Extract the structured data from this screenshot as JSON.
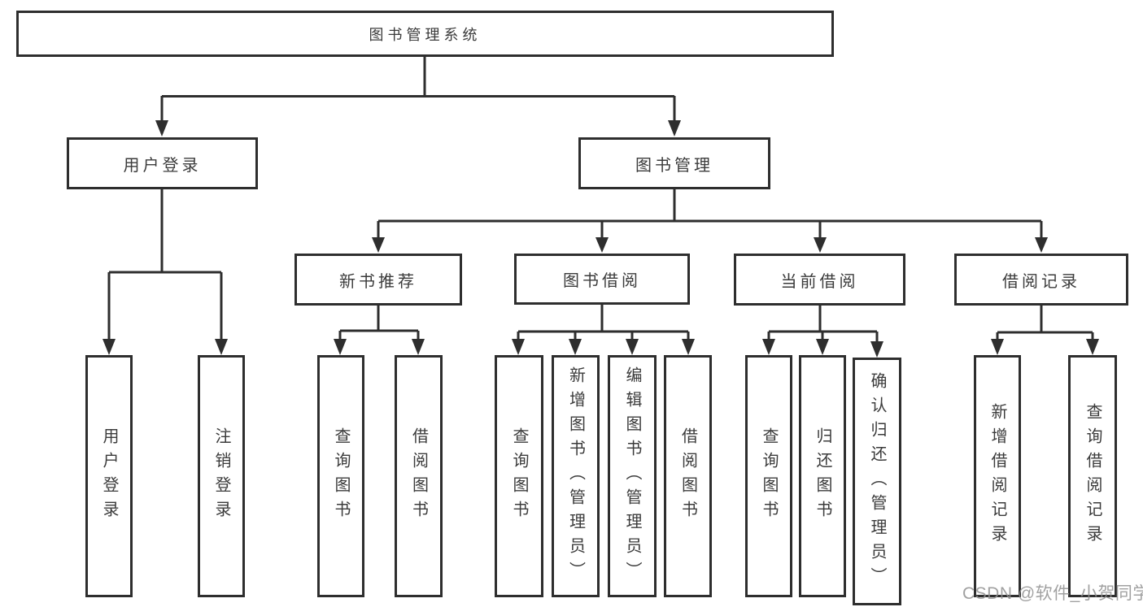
{
  "diagram": {
    "root": {
      "label": "图书管理系统",
      "children": [
        {
          "label": "用户登录",
          "children": [
            {
              "label": "用户登录"
            },
            {
              "label": "注销登录"
            }
          ]
        },
        {
          "label": "图书管理",
          "children": [
            {
              "label": "新书推荐",
              "children": [
                {
                  "label": "查询图书"
                },
                {
                  "label": "借阅图书"
                }
              ]
            },
            {
              "label": "图书借阅",
              "children": [
                {
                  "label": "查询图书"
                },
                {
                  "label": "新增图书（管理员）"
                },
                {
                  "label": "编辑图书（管理员）"
                },
                {
                  "label": "借阅图书"
                }
              ]
            },
            {
              "label": "当前借阅",
              "children": [
                {
                  "label": "查询图书"
                },
                {
                  "label": "归还图书"
                },
                {
                  "label": "确认归还（管理员）"
                }
              ]
            },
            {
              "label": "借阅记录",
              "children": [
                {
                  "label": "新增借阅记录"
                },
                {
                  "label": "查询借阅记录"
                }
              ]
            }
          ]
        }
      ]
    }
  },
  "watermark": {
    "text": "CSDN @软件_小贺同学"
  },
  "colors": {
    "line": "#2e2e2e",
    "border": "#2e2e2e",
    "text": "#3b3b3b",
    "background": "#ffffff",
    "watermark": "#919191"
  }
}
